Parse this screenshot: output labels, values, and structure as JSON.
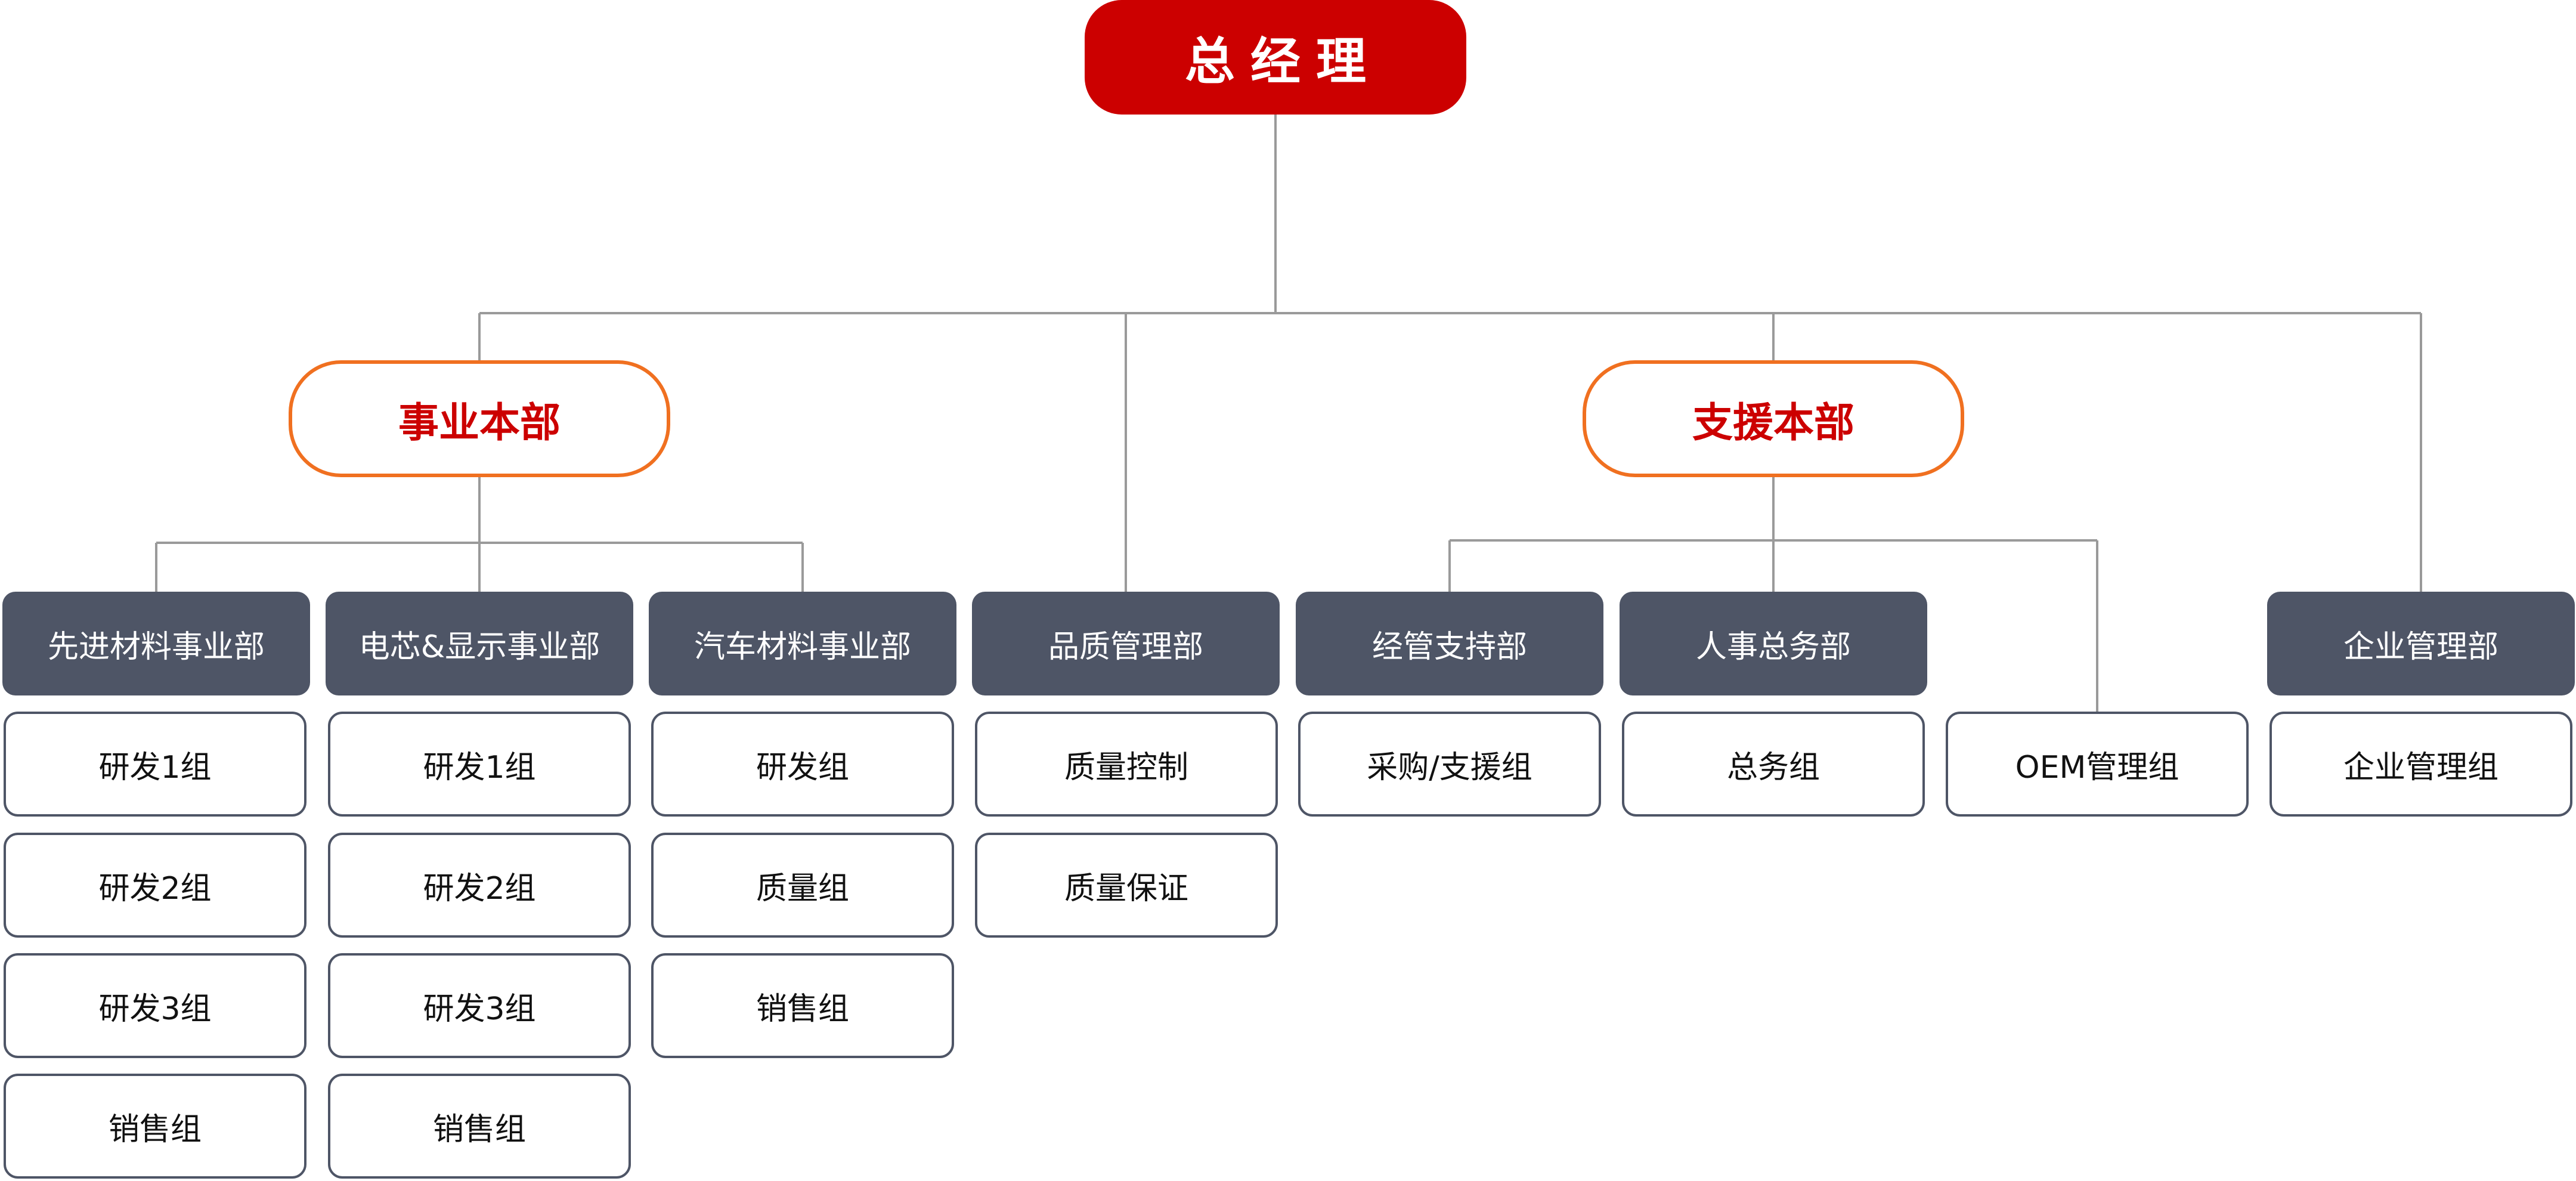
{
  "chart": {
    "root": "总经理",
    "divisions": [
      {
        "label": "事业本部"
      },
      {
        "label": "支援本部"
      }
    ],
    "departments": [
      {
        "label": "先进材料事业部",
        "groups": [
          "研发1组",
          "研发2组",
          "研发3组",
          "销售组"
        ]
      },
      {
        "label": "电芯&显示事业部",
        "groups": [
          "研发1组",
          "研发2组",
          "研发3组",
          "销售组"
        ]
      },
      {
        "label": "汽车材料事业部",
        "groups": [
          "研发组",
          "质量组",
          "销售组"
        ]
      },
      {
        "label": "品质管理部",
        "groups": [
          "质量控制",
          "质量保证"
        ]
      },
      {
        "label": "经管支持部",
        "groups": [
          "采购/支援组"
        ]
      },
      {
        "label": "人事总务部",
        "groups": [
          "总务组"
        ]
      },
      {
        "label": "企业管理部",
        "groups": [
          "企业管理组"
        ]
      }
    ],
    "standalone_groups": [
      {
        "label": "OEM管理组"
      }
    ]
  },
  "colors": {
    "root_fill": "#cc0000",
    "division_border": "#f07020",
    "division_text": "#cc0000",
    "department_fill": "#4e5566",
    "group_border": "#4e5566",
    "connector": "#9a9a9a"
  }
}
